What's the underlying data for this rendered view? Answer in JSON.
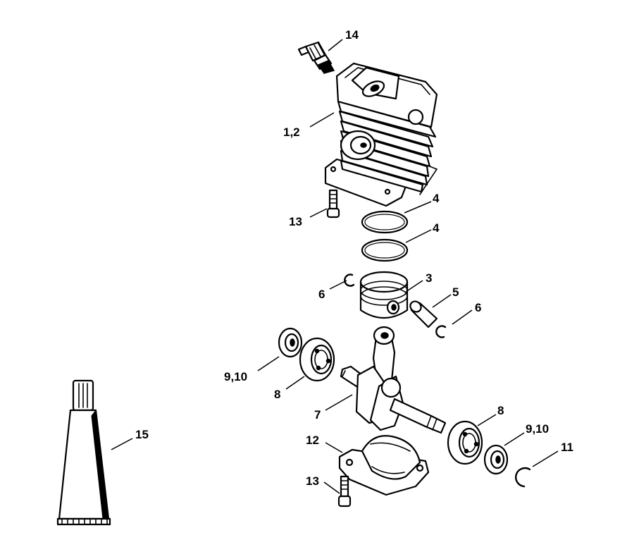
{
  "callouts": {
    "c14": "14",
    "c1_2": "1,2",
    "c4a": "4",
    "c13a": "13",
    "c4b": "4",
    "c3": "3",
    "c6a": "6",
    "c5": "5",
    "c6b": "6",
    "c9_10a": "9,10",
    "c8a": "8",
    "c7": "7",
    "c8b": "8",
    "c9_10b": "9,10",
    "c15": "15",
    "c12": "12",
    "c11": "11",
    "c13b": "13"
  },
  "colors": {
    "line": "#000000",
    "fill": "#ffffff"
  }
}
